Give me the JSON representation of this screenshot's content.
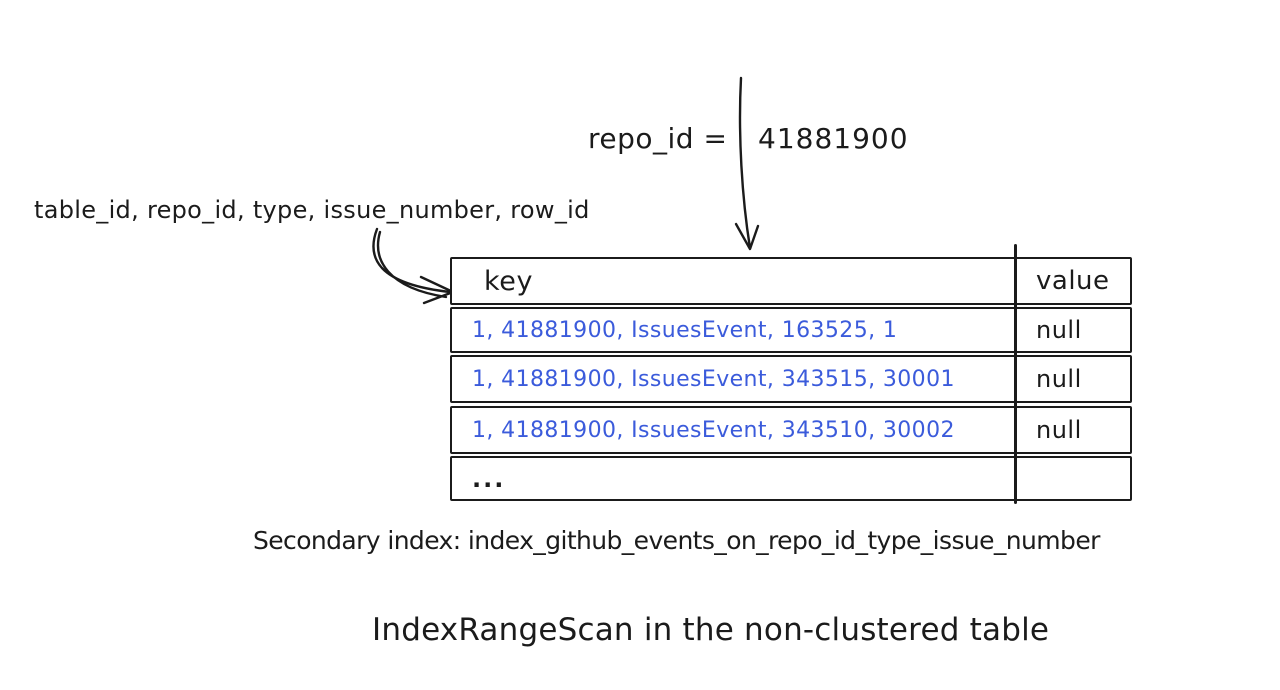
{
  "colors": {
    "background": "#ffffff",
    "ink": "#1b1b1b",
    "key_text_blue": "#3b5bdb"
  },
  "annotation": {
    "filter_label": "repo_id =",
    "filter_value": "41881900"
  },
  "columns_note": "table_id, repo_id, type, issue_number, row_id",
  "index_table": {
    "headers": [
      "key",
      "value"
    ],
    "rows": [
      {
        "key": "1, 41881900, IssuesEvent, 163525, 1",
        "value": "null"
      },
      {
        "key": "1, 41881900, IssuesEvent, 343515, 30001",
        "value": "null"
      },
      {
        "key": "1, 41881900, IssuesEvent, 343510, 30002",
        "value": "null"
      },
      {
        "key": "...",
        "value": ""
      }
    ]
  },
  "caption": "Secondary index: index_github_events_on_repo_id_type_issue_number",
  "title": "IndexRangeScan in the non-clustered table",
  "icons": {
    "down_arrow": "arrow from filter value pointing down to table",
    "curved_arrow": "arrow from columns note pointing to key header"
  }
}
